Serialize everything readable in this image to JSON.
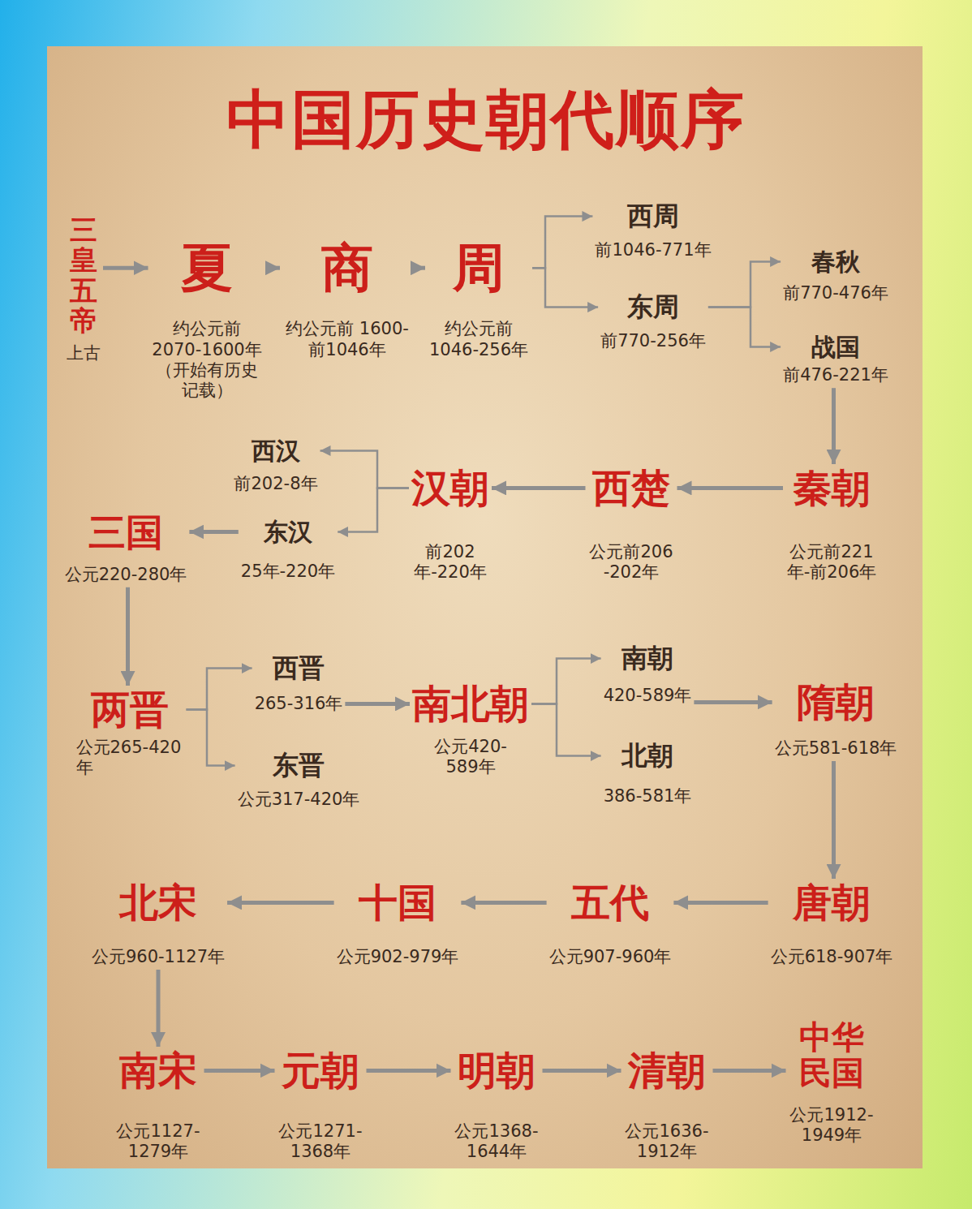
{
  "diagram": {
    "title": "中国历史朝代顺序",
    "nodes": [
      {
        "text": [
          "三皇五帝",
          "上古"
        ]
      },
      {
        "text": [
          "夏",
          "约公元前 2070-1600年",
          "（开始有历史 记载）"
        ]
      },
      {
        "text": [
          "商",
          "约公元前 1600-前1046年"
        ]
      },
      {
        "text": [
          "周",
          "约公元前 1046-256年"
        ]
      },
      {
        "text": [
          "西周",
          "前1046-771年"
        ]
      },
      {
        "text": [
          "东周",
          "前770-256年"
        ]
      },
      {
        "text": [
          "春秋",
          "前770-476年"
        ]
      },
      {
        "text": [
          "战国",
          "前476-221年"
        ]
      },
      {
        "text": [
          "秦朝",
          "公元前221 年-前206年"
        ]
      },
      {
        "text": [
          "西楚",
          "公元前206 -202年"
        ]
      },
      {
        "text": [
          "汉朝",
          "前202 年-220年"
        ]
      },
      {
        "text": [
          "西汉",
          "前202-8年"
        ]
      },
      {
        "text": [
          "东汉",
          "25年-220年"
        ]
      },
      {
        "text": [
          "三国",
          "公元220-280年"
        ]
      },
      {
        "text": [
          "两晋",
          "公元265-420 年"
        ]
      },
      {
        "text": [
          "西晋",
          "265-316年"
        ]
      },
      {
        "text": [
          "东晋",
          "公元317-420年"
        ]
      },
      {
        "text": [
          "南北朝",
          "公元420- 589年"
        ]
      },
      {
        "text": [
          "南朝",
          "420-589年"
        ]
      },
      {
        "text": [
          "北朝",
          "386-581年"
        ]
      },
      {
        "text": [
          "隋朝",
          "公元581-618年"
        ]
      },
      {
        "text": [
          "唐朝",
          "公元618-907年"
        ]
      },
      {
        "text": [
          "五代",
          "公元907-960年"
        ]
      },
      {
        "text": [
          "十国",
          "公元902-979年"
        ]
      },
      {
        "text": [
          "北宋",
          "公元960-1127年"
        ]
      },
      {
        "text": [
          "南宋",
          "公元1127- 1279年"
        ]
      },
      {
        "text": [
          "元朝",
          "公元1271- 1368年"
        ]
      },
      {
        "text": [
          "明朝",
          "公元1368- 1644年"
        ]
      },
      {
        "text": [
          "清朝",
          "公元1636- 1912年"
        ]
      },
      {
        "text": [
          "中华 民国",
          "公元1912- 1949年"
        ]
      }
    ],
    "edges": [
      {
        "from": 0,
        "to": 1,
        "arrow": "to"
      },
      {
        "from": 1,
        "to": 2,
        "arrow": "to"
      },
      {
        "from": 2,
        "to": 3,
        "arrow": "to"
      },
      {
        "from": 3,
        "to": 4,
        "arrow": "to"
      },
      {
        "from": 3,
        "to": 5,
        "arrow": "to"
      },
      {
        "from": 5,
        "to": 6,
        "arrow": "to"
      },
      {
        "from": 5,
        "to": 7,
        "arrow": "to"
      },
      {
        "from": 7,
        "to": 8,
        "arrow": "to"
      },
      {
        "from": 8,
        "to": 9,
        "arrow": "to"
      },
      {
        "from": 9,
        "to": 10,
        "arrow": "to"
      },
      {
        "from": 10,
        "to": 11,
        "arrow": "to"
      },
      {
        "from": 10,
        "to": 12,
        "arrow": "to"
      },
      {
        "from": 12,
        "to": 13,
        "arrow": "to"
      },
      {
        "from": 13,
        "to": 14,
        "arrow": "to"
      },
      {
        "from": 14,
        "to": 15,
        "arrow": "to"
      },
      {
        "from": 14,
        "to": 16,
        "arrow": "to"
      },
      {
        "from": 15,
        "to": 17,
        "arrow": "to"
      },
      {
        "from": 17,
        "to": 18,
        "arrow": "to"
      },
      {
        "from": 17,
        "to": 19,
        "arrow": "to"
      },
      {
        "from": 18,
        "to": 20,
        "arrow": "to"
      },
      {
        "from": 20,
        "to": 21,
        "arrow": "to"
      },
      {
        "from": 21,
        "to": 22,
        "arrow": "to"
      },
      {
        "from": 22,
        "to": 23,
        "arrow": "to"
      },
      {
        "from": 23,
        "to": 24,
        "arrow": "to"
      },
      {
        "from": 24,
        "to": 25,
        "arrow": "to"
      },
      {
        "from": 25,
        "to": 26,
        "arrow": "to"
      },
      {
        "from": 26,
        "to": 27,
        "arrow": "to"
      },
      {
        "from": 27,
        "to": 28,
        "arrow": "to"
      },
      {
        "from": 28,
        "to": 29,
        "arrow": "to"
      }
    ]
  }
}
